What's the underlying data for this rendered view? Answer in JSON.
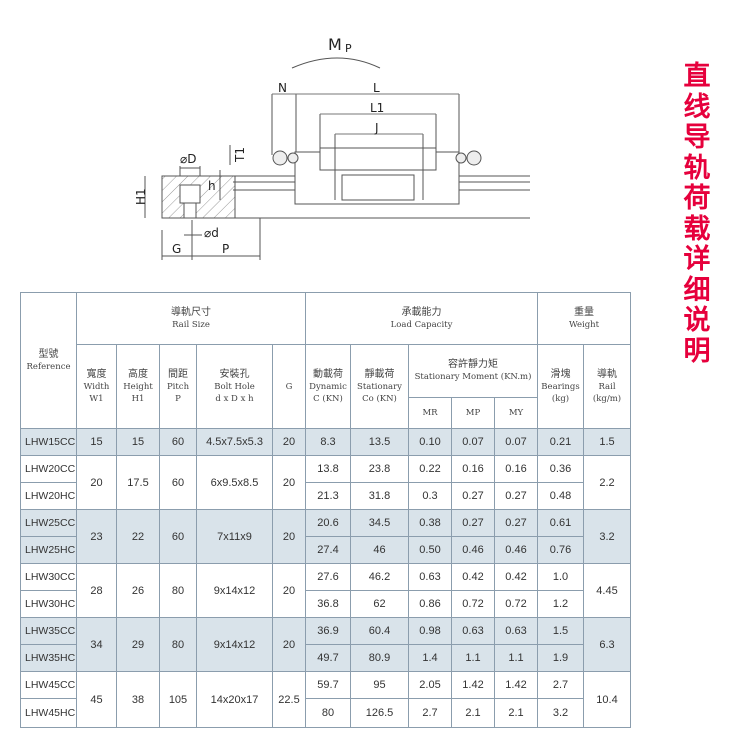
{
  "side_title": "直线导轨荷载详细说明",
  "drawing": {
    "labels": {
      "mp": "M",
      "mp_sub": "P",
      "n": "N",
      "l": "L",
      "l1": "L1",
      "j": "J",
      "t1": "T1",
      "h1": "H1",
      "od": "⌀D",
      "h": "h",
      "osd": "⌀d",
      "g": "G",
      "p": "P"
    }
  },
  "colors": {
    "shade": "#d9e3ea",
    "border": "#8b9dad",
    "title": "#e6003c"
  },
  "table": {
    "headers": {
      "reference": {
        "zh": "型號",
        "en": "Reference"
      },
      "rail_size": {
        "zh": "導軌尺寸",
        "en": "Rail Size"
      },
      "load_capacity": {
        "zh": "承載能力",
        "en": "Load Capacity"
      },
      "weight": {
        "zh": "重量",
        "en": "Weight"
      },
      "width": {
        "zh": "寬度",
        "en": "Width",
        "sub": "W1"
      },
      "height": {
        "zh": "高度",
        "en": "Height",
        "sub": "H1"
      },
      "pitch": {
        "zh": "間距",
        "en": "Pitch",
        "sub": "P"
      },
      "bolt": {
        "zh": "安裝孔",
        "en": "Bolt Hole",
        "sub": "d x D x h"
      },
      "g": "G",
      "dynamic": {
        "zh": "動載荷",
        "en": "Dynamic",
        "sub": "C (KN)"
      },
      "stationary": {
        "zh": "靜載荷",
        "en": "Stationary",
        "sub": "Co (KN)"
      },
      "moment": {
        "zh": "容許靜力矩",
        "en": "Stationary Moment (KN.m)"
      },
      "mr": "MR",
      "mp": "MP",
      "my": "MY",
      "bearings": {
        "zh": "滑塊",
        "en": "Bearings",
        "sub": "(kg)"
      },
      "rail": {
        "zh": "導軌",
        "en": "Rail",
        "sub": "(kg/m)"
      }
    },
    "groups": [
      {
        "w1": "15",
        "h1": "15",
        "p": "60",
        "bolt": "4.5x7.5x5.3",
        "g": "20",
        "rail": "1.5",
        "shaded": true,
        "rows": [
          [
            "LHW15CC",
            "8.3",
            "13.5",
            "0.10",
            "0.07",
            "0.07",
            "0.21"
          ]
        ]
      },
      {
        "w1": "20",
        "h1": "17.5",
        "p": "60",
        "bolt": "6x9.5x8.5",
        "g": "20",
        "rail": "2.2",
        "shaded": false,
        "rows": [
          [
            "LHW20CC",
            "13.8",
            "23.8",
            "0.22",
            "0.16",
            "0.16",
            "0.36"
          ],
          [
            "LHW20HC",
            "21.3",
            "31.8",
            "0.3",
            "0.27",
            "0.27",
            "0.48"
          ]
        ]
      },
      {
        "w1": "23",
        "h1": "22",
        "p": "60",
        "bolt": "7x11x9",
        "g": "20",
        "rail": "3.2",
        "shaded": true,
        "rows": [
          [
            "LHW25CC",
            "20.6",
            "34.5",
            "0.38",
            "0.27",
            "0.27",
            "0.61"
          ],
          [
            "LHW25HC",
            "27.4",
            "46",
            "0.50",
            "0.46",
            "0.46",
            "0.76"
          ]
        ]
      },
      {
        "w1": "28",
        "h1": "26",
        "p": "80",
        "bolt": "9x14x12",
        "g": "20",
        "rail": "4.45",
        "shaded": false,
        "rows": [
          [
            "LHW30CC",
            "27.6",
            "46.2",
            "0.63",
            "0.42",
            "0.42",
            "1.0"
          ],
          [
            "LHW30HC",
            "36.8",
            "62",
            "0.86",
            "0.72",
            "0.72",
            "1.2"
          ]
        ]
      },
      {
        "w1": "34",
        "h1": "29",
        "p": "80",
        "bolt": "9x14x12",
        "g": "20",
        "rail": "6.3",
        "shaded": true,
        "rows": [
          [
            "LHW35CC",
            "36.9",
            "60.4",
            "0.98",
            "0.63",
            "0.63",
            "1.5"
          ],
          [
            "LHW35HC",
            "49.7",
            "80.9",
            "1.4",
            "1.1",
            "1.1",
            "1.9"
          ]
        ]
      },
      {
        "w1": "45",
        "h1": "38",
        "p": "105",
        "bolt": "14x20x17",
        "g": "22.5",
        "rail": "10.4",
        "shaded": false,
        "rows": [
          [
            "LHW45CC",
            "59.7",
            "95",
            "2.05",
            "1.42",
            "1.42",
            "2.7"
          ],
          [
            "LHW45HC",
            "80",
            "126.5",
            "2.7",
            "2.1",
            "2.1",
            "3.2"
          ]
        ]
      }
    ]
  }
}
